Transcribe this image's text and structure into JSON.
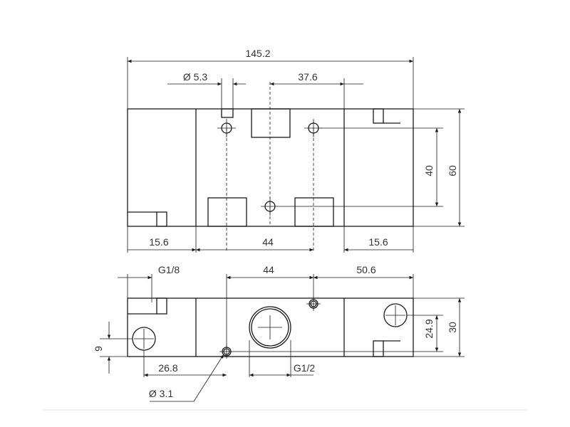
{
  "top_view": {
    "overall_length": "145.2",
    "hole_diameter": "Ø 5.3",
    "hole_pitch": "37.6",
    "end_width_left": "15.6",
    "center_spacing": "44",
    "end_width_right": "15.6",
    "hole_vertical_spacing": "40",
    "height": "60"
  },
  "bottom_view": {
    "port_size_small": "G1/8",
    "center_spacing": "44",
    "right_offset": "50.6",
    "left_port_height": "9",
    "left_port_offset": "26.8",
    "port_size_main": "G1/2",
    "mount_hole_diameter": "Ø 3.1",
    "port_offset_height": "24.9",
    "height": "30"
  }
}
